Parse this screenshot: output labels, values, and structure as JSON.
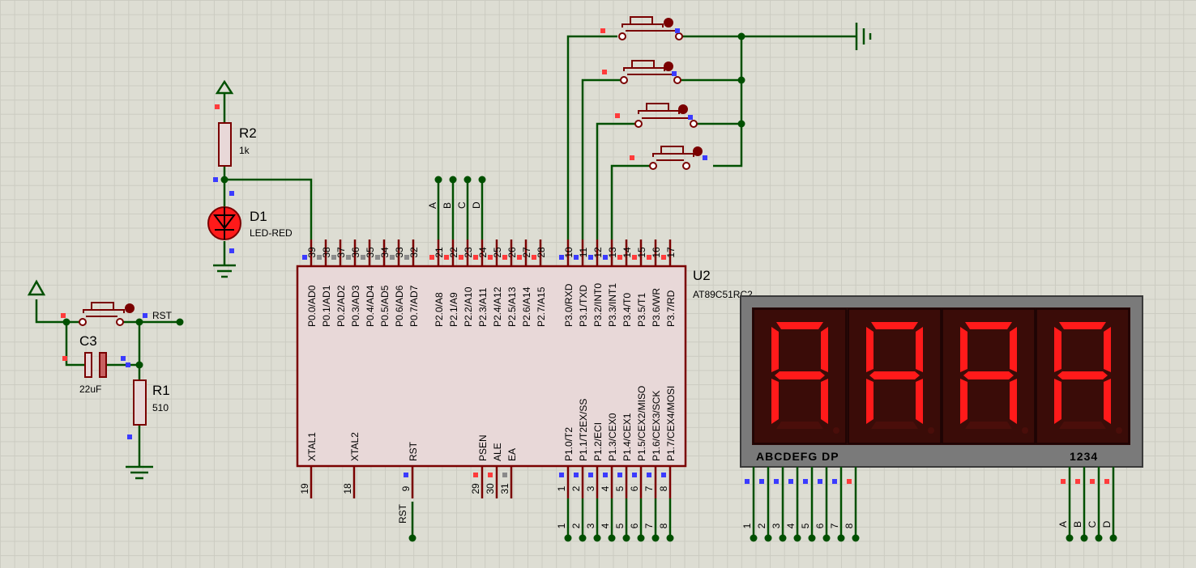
{
  "mcu": {
    "ref": "U2",
    "part": "AT89C51RC2",
    "top_pins": [
      {
        "num": "39",
        "name": "P0.0/AD0"
      },
      {
        "num": "38",
        "name": "P0.1/AD1"
      },
      {
        "num": "37",
        "name": "P0.2/AD2"
      },
      {
        "num": "36",
        "name": "P0.3/AD3"
      },
      {
        "num": "35",
        "name": "P0.4/AD4"
      },
      {
        "num": "34",
        "name": "P0.5/AD5"
      },
      {
        "num": "33",
        "name": "P0.6/AD6"
      },
      {
        "num": "32",
        "name": "P0.7/AD7"
      },
      {
        "num": "21",
        "name": "P2.0/A8"
      },
      {
        "num": "22",
        "name": "P2.1/A9"
      },
      {
        "num": "23",
        "name": "P2.2/A10"
      },
      {
        "num": "24",
        "name": "P2.3/A11"
      },
      {
        "num": "25",
        "name": "P2.4/A12"
      },
      {
        "num": "26",
        "name": "P2.5/A13"
      },
      {
        "num": "27",
        "name": "P2.6/A14"
      },
      {
        "num": "28",
        "name": "P2.7/A15"
      },
      {
        "num": "10",
        "name": "P3.0/RXD"
      },
      {
        "num": "11",
        "name": "P3.1/TXD"
      },
      {
        "num": "12",
        "name": "P3.2/INT0"
      },
      {
        "num": "13",
        "name": "P3.3/INT1"
      },
      {
        "num": "14",
        "name": "P3.4/T0"
      },
      {
        "num": "15",
        "name": "P3.5/T1"
      },
      {
        "num": "16",
        "name": "P3.6/WR"
      },
      {
        "num": "17",
        "name": "P3.7/RD"
      }
    ],
    "bottom_pins": [
      {
        "num": "19",
        "name": "XTAL1"
      },
      {
        "num": "18",
        "name": "XTAL2"
      },
      {
        "num": "9",
        "name": "RST"
      },
      {
        "num": "29",
        "name": "PSEN"
      },
      {
        "num": "30",
        "name": "ALE"
      },
      {
        "num": "31",
        "name": "EA"
      },
      {
        "num": "1",
        "name": "P1.0/T2"
      },
      {
        "num": "2",
        "name": "P1.1/T2EX/SS"
      },
      {
        "num": "3",
        "name": "P1.2/ECI"
      },
      {
        "num": "4",
        "name": "P1.3/CEX0"
      },
      {
        "num": "5",
        "name": "P1.4/CEX1"
      },
      {
        "num": "6",
        "name": "P1.5/CEX2/MISO"
      },
      {
        "num": "7",
        "name": "P1.6/CEX3/SCK"
      },
      {
        "num": "8",
        "name": "P1.7/CEX4/MOSI"
      }
    ]
  },
  "components": {
    "r2": {
      "ref": "R2",
      "value": "1k"
    },
    "d1": {
      "ref": "D1",
      "value": "LED-RED"
    },
    "c3": {
      "ref": "C3",
      "value": "22uF"
    },
    "r1": {
      "ref": "R1",
      "value": "510"
    },
    "rst_label": "RST",
    "rst_net_label": "RST"
  },
  "p2_net_labels": [
    "A",
    "B",
    "C",
    "D"
  ],
  "display": {
    "segment_label": "ABCDEFG  DP",
    "digit_label": "1234",
    "digits": 4,
    "pin_numbers": [
      "1",
      "2",
      "3",
      "4",
      "5",
      "6",
      "7",
      "8"
    ],
    "digit_pins": [
      "A",
      "B",
      "C",
      "D"
    ]
  },
  "p1_bus_numbers": [
    "1",
    "2",
    "3",
    "4",
    "5",
    "6",
    "7",
    "8"
  ],
  "colors": {
    "wire": "#005000",
    "component": "#7a0000",
    "body_fill": "#e8d8d8",
    "segment_on": "#ff1a1a",
    "pin_red": "#ff3b3b",
    "pin_blue": "#3b3bff"
  }
}
